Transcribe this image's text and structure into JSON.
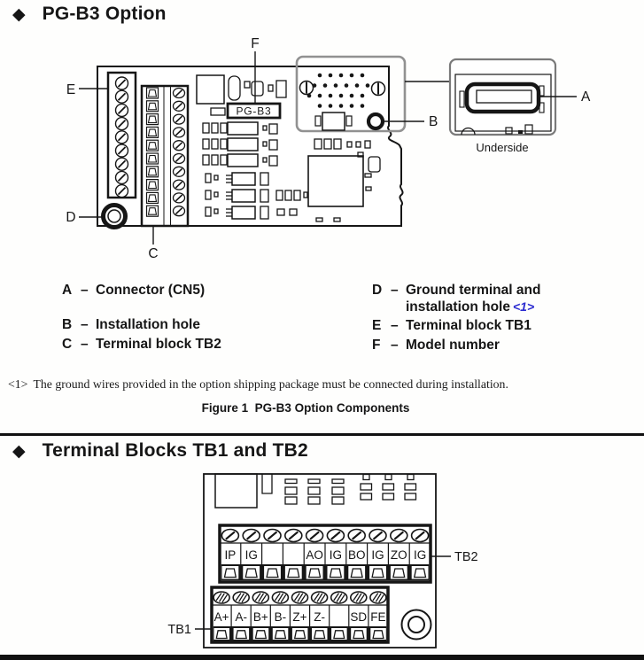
{
  "section1": {
    "bullet": "◆",
    "title": "PG-B3 Option"
  },
  "figure1": {
    "model_label": "PG-B3",
    "underside_label": "Underside",
    "callouts": {
      "A": "A",
      "B": "B",
      "C": "C",
      "D": "D",
      "E": "E",
      "F": "F"
    }
  },
  "legend": {
    "left": [
      {
        "key": "A",
        "dash": "–",
        "text": "Connector (CN5)",
        "ref": ""
      },
      {
        "key": "B",
        "dash": "–",
        "text": "Installation hole",
        "ref": ""
      },
      {
        "key": "C",
        "dash": "–",
        "text": "Terminal block TB2",
        "ref": ""
      }
    ],
    "right": [
      {
        "key": "D",
        "dash": "–",
        "text": "Ground terminal and installation hole",
        "ref": "<1>"
      },
      {
        "key": "E",
        "dash": "–",
        "text": "Terminal block TB1",
        "ref": ""
      },
      {
        "key": "F",
        "dash": "–",
        "text": "Model number",
        "ref": ""
      }
    ]
  },
  "footnote": {
    "marker": "<1>",
    "text": "The ground wires provided in the option shipping package must be connected during installation."
  },
  "figure1_caption": "Figure 1  PG-B3 Option Components",
  "section2": {
    "bullet": "◆",
    "title": "Terminal Blocks TB1 and TB2"
  },
  "figure2": {
    "tb2": {
      "label": "TB2",
      "terminals": [
        "IP",
        "IG",
        "",
        "",
        "AO",
        "IG",
        "BO",
        "IG",
        "ZO",
        "IG"
      ]
    },
    "tb1": {
      "label": "TB1",
      "terminals": [
        "A+",
        "A-",
        "B+",
        "B-",
        "Z+",
        "Z-",
        "",
        "SD",
        "FE"
      ]
    }
  },
  "colors": {
    "line": "#161616",
    "housing_gray": "#919191",
    "ref_blue": "#2b2bd0"
  }
}
